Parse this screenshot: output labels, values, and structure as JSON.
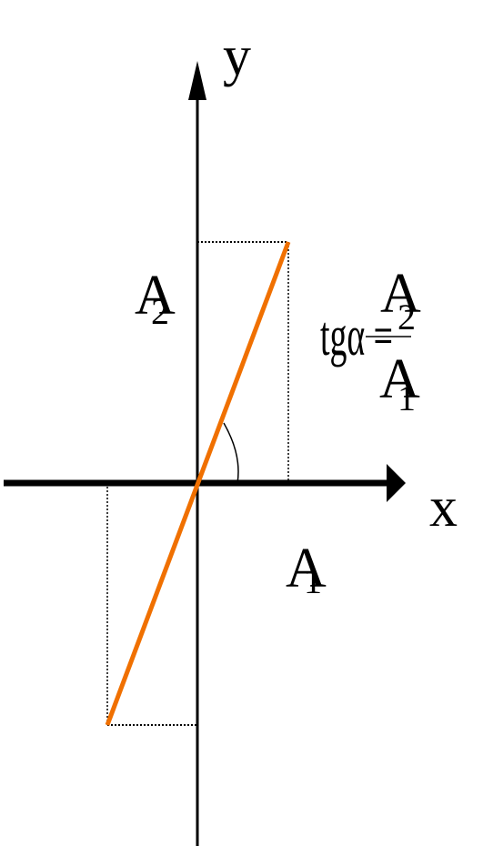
{
  "axes": {
    "x_label": "x",
    "y_label": "y"
  },
  "labels": {
    "a2": {
      "main": "A",
      "sub": "2"
    },
    "a1": {
      "main": "A",
      "sub": "1"
    }
  },
  "formula": {
    "lhs": "tgα =",
    "numerator": {
      "main": "A",
      "sub": "2"
    },
    "denominator": {
      "main": "A",
      "sub": "1"
    }
  },
  "colors": {
    "line": "#f07000",
    "axes": "#000000",
    "guides": "#000000"
  }
}
